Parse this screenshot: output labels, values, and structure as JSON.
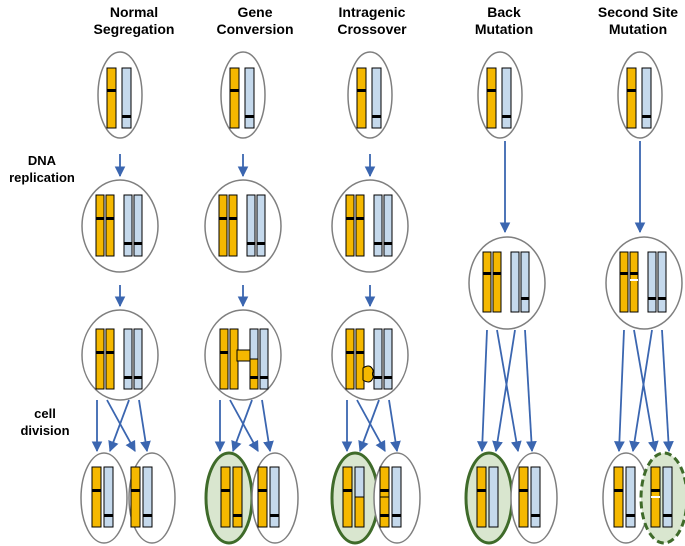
{
  "columns": [
    {
      "id": "normal-segregation",
      "title_line1": "Normal",
      "title_line2": "Segregation"
    },
    {
      "id": "gene-conversion",
      "title_line1": "Gene",
      "title_line2": "Conversion"
    },
    {
      "id": "intragenic-crossover",
      "title_line1": "Intragenic",
      "title_line2": "Crossover"
    },
    {
      "id": "back-mutation",
      "title_line1": "Back",
      "title_line2": "Mutation"
    },
    {
      "id": "second-site-mutation",
      "title_line1": "Second Site",
      "title_line2": "Mutation"
    }
  ],
  "row_labels": {
    "replication_line1": "DNA",
    "replication_line2": "replication",
    "division_line1": "cell",
    "division_line2": "division"
  },
  "colors": {
    "chromosome_parent_a": "#f5b800",
    "chromosome_parent_b": "#c5d9ec",
    "mutation_band": "#000000",
    "second_site_mark": "#ffffff",
    "arrow": "#3b66b0",
    "cell_outline": "#7f7f7f",
    "highlight_fill": "#d9e6cf",
    "highlight_outline": "#3f6b2a"
  },
  "highlighted_cells": [
    {
      "column": "gene-conversion",
      "daughter": "left",
      "outline": "solid"
    },
    {
      "column": "intragenic-crossover",
      "daughter": "left",
      "outline": "solid"
    },
    {
      "column": "back-mutation",
      "daughter": "left",
      "outline": "solid"
    },
    {
      "column": "second-site-mutation",
      "daughter": "right",
      "outline": "dashed"
    }
  ]
}
